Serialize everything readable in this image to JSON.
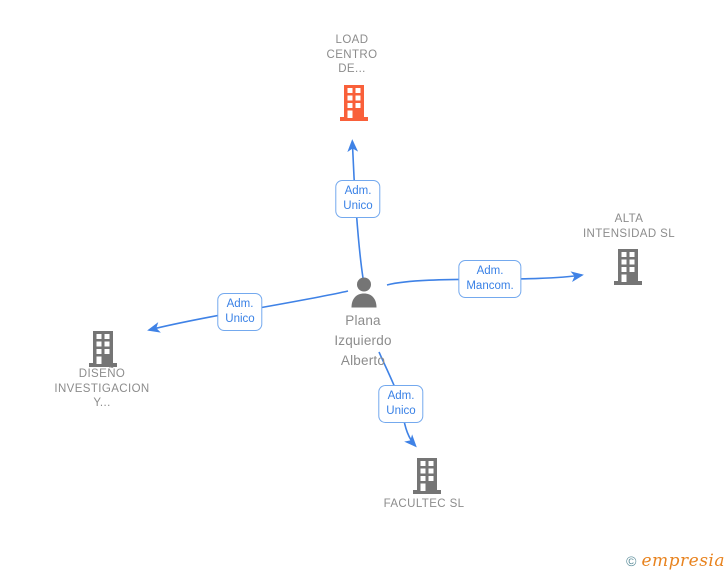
{
  "diagram": {
    "person": {
      "name": "Plana\nIzquierdo\nAlberto"
    },
    "companies": {
      "load": {
        "label": "LOAD\nCENTRO\nDE..."
      },
      "alta": {
        "label": "ALTA\nINTENSIDAD SL"
      },
      "diseno": {
        "label": "DISEÑO\nINVESTIGACION\nY..."
      },
      "facultec": {
        "label": "FACULTEC SL"
      }
    },
    "relations": {
      "top": {
        "label": "Adm.\nUnico"
      },
      "right": {
        "label": "Adm.\nMancom."
      },
      "left": {
        "label": "Adm.\nUnico"
      },
      "bottom": {
        "label": "Adm.\nUnico"
      }
    },
    "colors": {
      "edge_blue": "#3f82e6",
      "edge_label_text": "#3981e6",
      "edge_label_border": "#74a9ee",
      "company_gray": "#757575",
      "person_gray": "#757575",
      "highlight_orange": "#f9603a",
      "label_gray": "#8c8c8c",
      "brand_orange": "#e8831f",
      "copyright_teal": "#5e8f9c"
    },
    "footer": {
      "copyright": "©",
      "brand": "empresia"
    }
  }
}
